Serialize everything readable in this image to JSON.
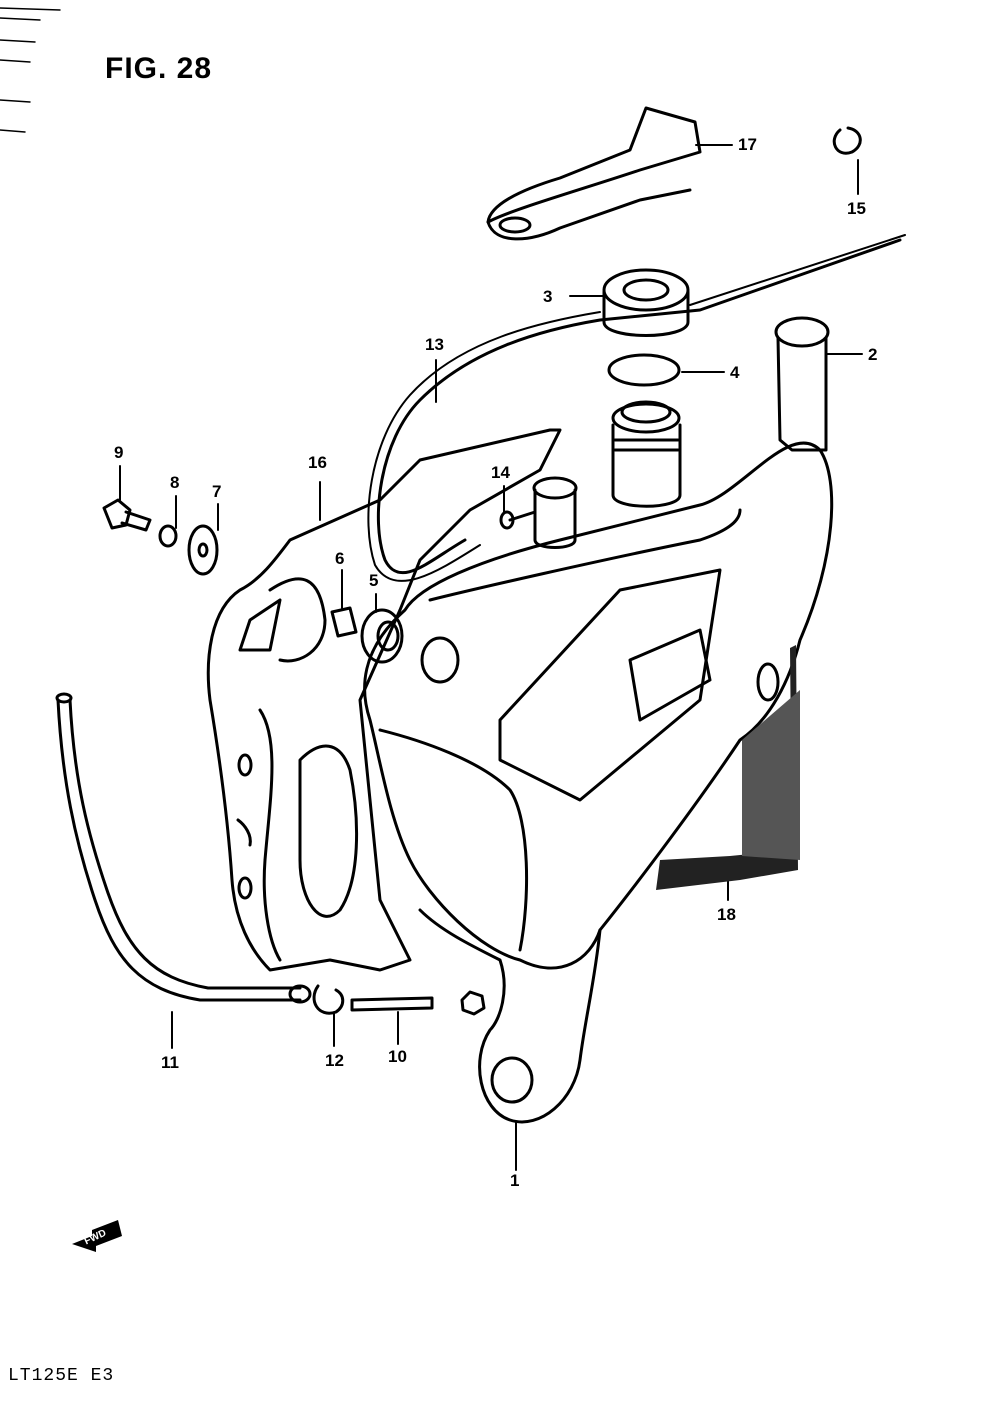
{
  "figure_title": "FIG. 28",
  "model_code": "LT125E  E3",
  "direction_label": "FWD",
  "callouts": {
    "c1": "1",
    "c2": "2",
    "c3": "3",
    "c4": "4",
    "c5": "5",
    "c6": "6",
    "c7": "7",
    "c8": "8",
    "c9": "9",
    "c10": "10",
    "c11": "11",
    "c12": "12",
    "c13": "13",
    "c14": "14",
    "c15": "15",
    "c16": "16",
    "c17": "17",
    "c18": "18"
  },
  "icons": [
    "direction-arrow-icon"
  ],
  "colors": {
    "ink": "#000000",
    "paper": "#ffffff"
  }
}
